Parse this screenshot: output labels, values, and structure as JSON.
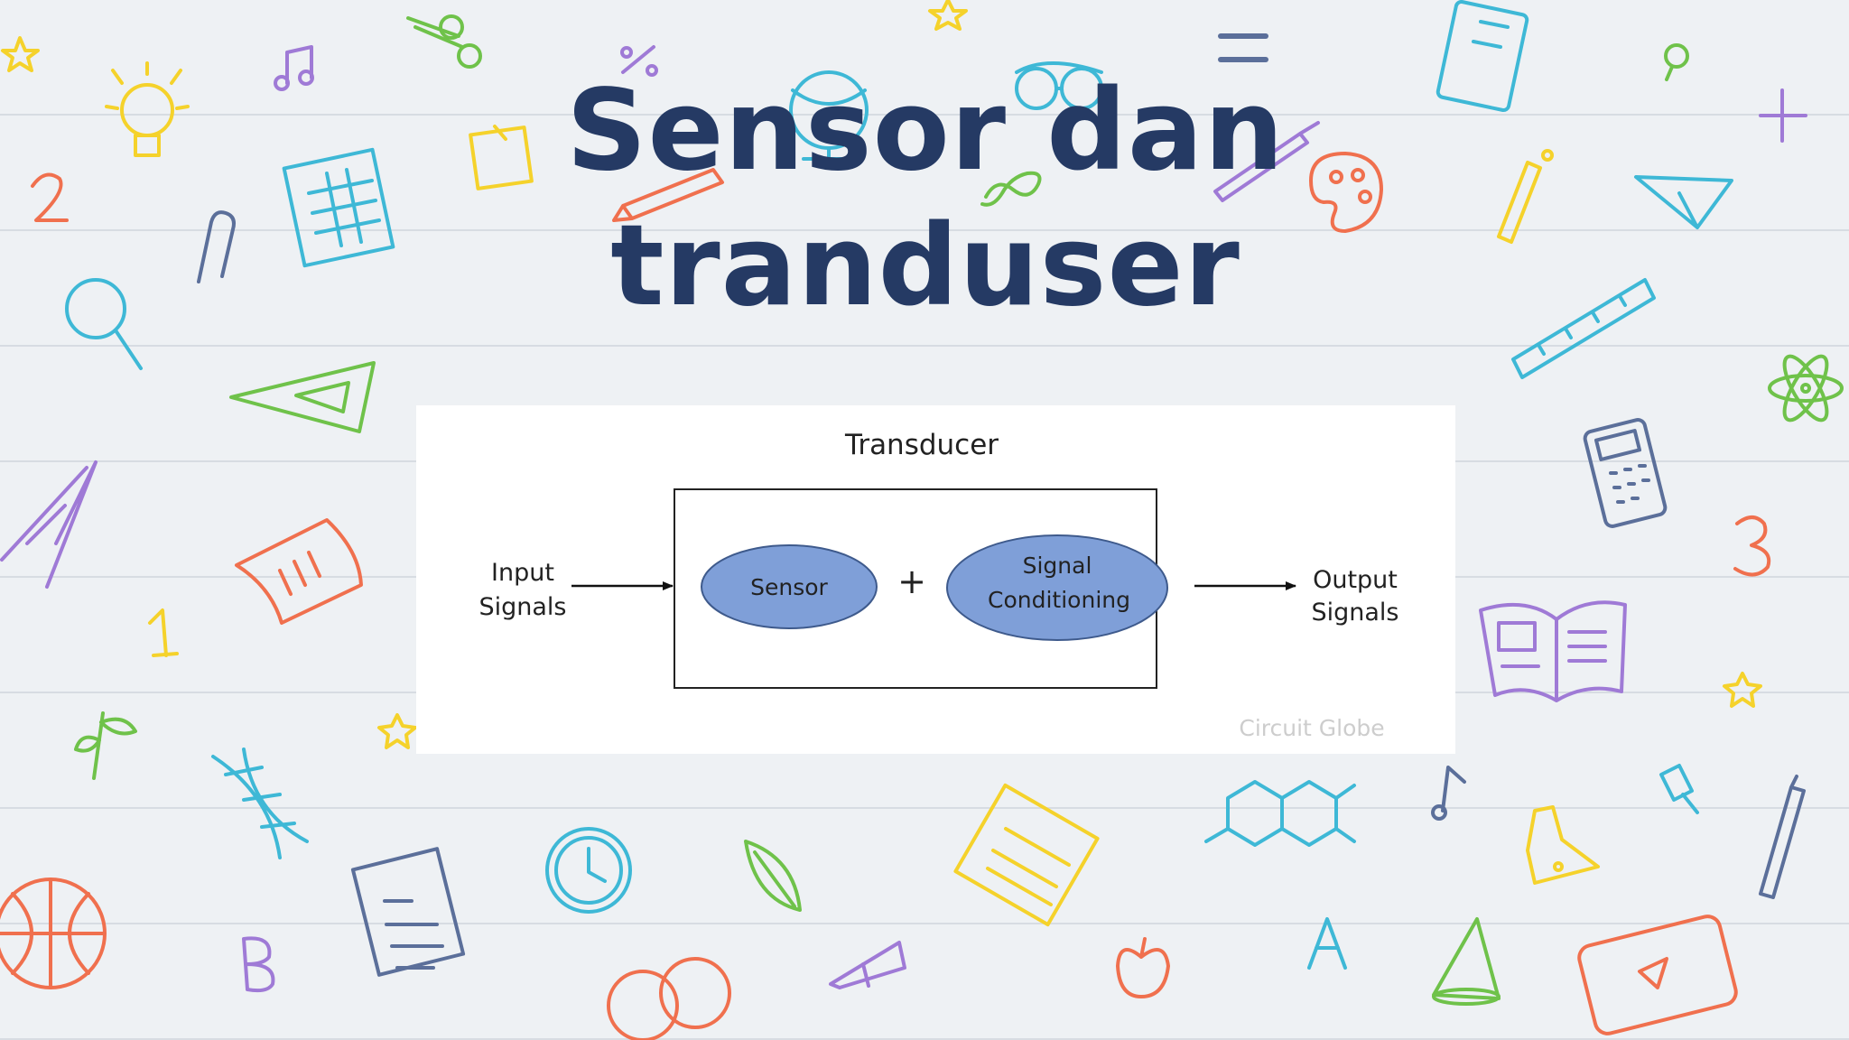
{
  "slide": {
    "title_line1": "Sensor dan",
    "title_line2": "tranduser"
  },
  "diagram": {
    "heading": "Transducer",
    "input_line1": "Input",
    "input_line2": "Signals",
    "sensor": "Sensor",
    "plus": "+",
    "conditioning_line1": "Signal",
    "conditioning_line2": "Conditioning",
    "output_line1": "Output",
    "output_line2": "Signals",
    "watermark": "Circuit Globe"
  },
  "decor": {
    "doodles": [
      "lightbulb-icon",
      "music-note-icon",
      "scissors-icon",
      "percent-icon",
      "globe-icon",
      "goggles-icon",
      "equals-icon",
      "notebook-icon",
      "star-icon",
      "plus-icon",
      "sticky-note-icon",
      "pencil-icon",
      "infinity-icon",
      "paint-brush-icon",
      "palette-icon",
      "pen-icon",
      "paper-plane-icon",
      "number-2-icon",
      "calendar-icon",
      "paperclip-icon",
      "magnifier-icon",
      "ruler-icon",
      "triangle-ruler-icon",
      "atom-icon",
      "compass-icon",
      "calculator-icon",
      "note-paper-icon",
      "number-3-icon",
      "number-1-icon",
      "open-book-icon",
      "sprout-icon",
      "dna-icon",
      "clock-icon",
      "leaf-icon",
      "notepad-icon",
      "molecule-icon",
      "flask-icon",
      "basketball-icon",
      "document-icon",
      "letter-b-icon",
      "eraser-icon",
      "apple-icon",
      "letter-a-icon",
      "cone-icon",
      "video-player-icon",
      "venn-icon"
    ],
    "colors": {
      "title": "#253a64",
      "ellipse_fill": "#7f9fd8",
      "ellipse_stroke": "#3e5a8c",
      "background": "#eef1f4"
    }
  }
}
